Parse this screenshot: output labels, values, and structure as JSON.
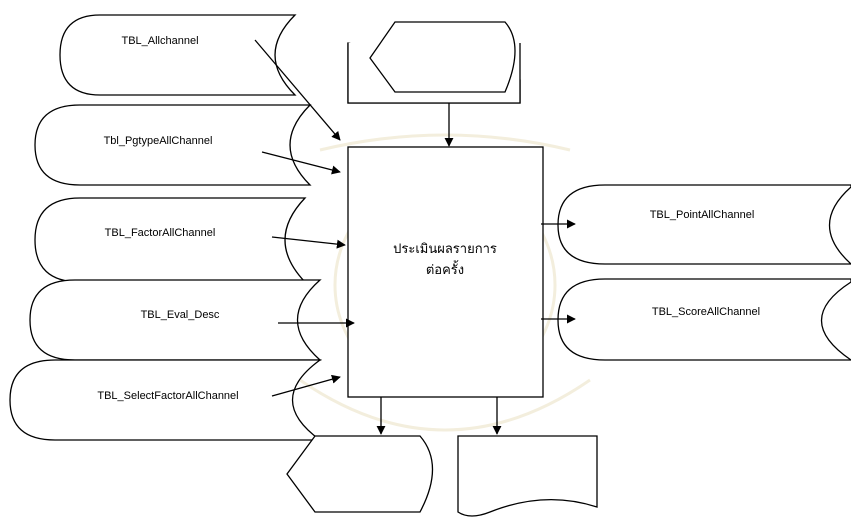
{
  "process": {
    "line1": "ประเมินผลรายการ",
    "line2": "ต่อครั้ง"
  },
  "inputs": [
    "TBL_Allchannel",
    "Tbl_PgtypeAllChannel",
    "TBL_FactorAllChannel",
    "TBL_Eval_Desc",
    "TBL_SelectFactorAllChannel"
  ],
  "outputs": [
    "TBL_PointAllChannel",
    "TBL_ScoreAllChannel"
  ]
}
